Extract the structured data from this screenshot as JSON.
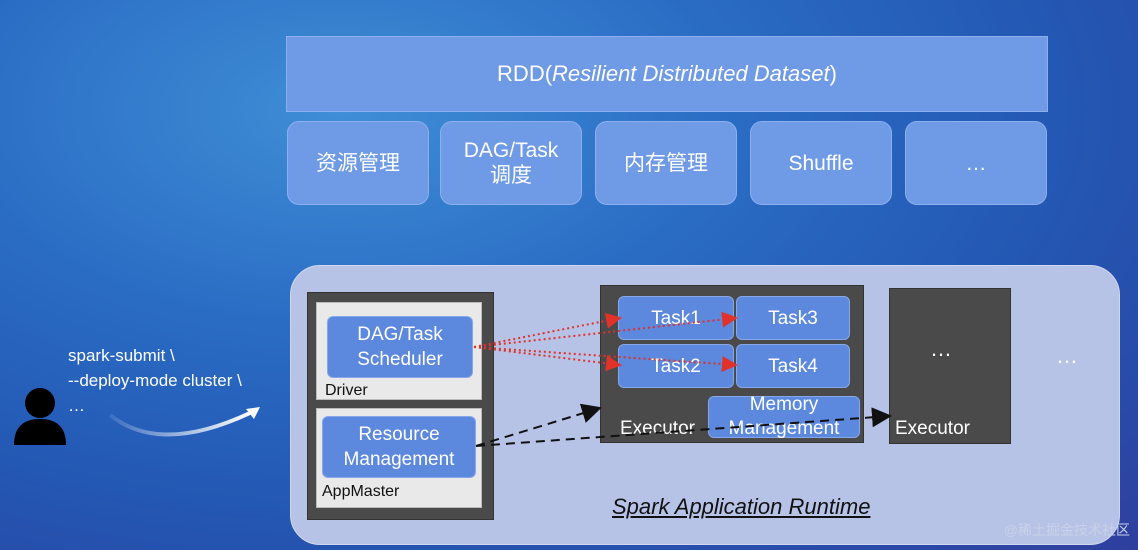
{
  "top": {
    "rdd_prefix": "RDD(",
    "rdd_italic": "Resilient Distributed Dataset",
    "rdd_suffix": ")",
    "modules": [
      "资源管理",
      "DAG/Task\n调度",
      "内存管理",
      "Shuffle",
      "…"
    ]
  },
  "command": {
    "lines": [
      "spark-submit \\",
      "--deploy-mode cluster \\",
      "…"
    ]
  },
  "driver": {
    "component": "DAG/Task\nScheduler",
    "label": "Driver"
  },
  "appmaster": {
    "component": "Resource\nManagement",
    "label": "AppMaster"
  },
  "executor1": {
    "tasks": [
      "Task1",
      "Task3",
      "Task2",
      "Task4"
    ],
    "memory": "Memory\nManagement",
    "label": "Executor"
  },
  "executor2": {
    "ellipsis": "…",
    "label": "Executor"
  },
  "outer_ellipsis": "…",
  "runtime_title": "Spark Application Runtime",
  "credit": "@稀土掘金技术社区",
  "colors": {
    "module_blue": "#6f9ae6",
    "component_blue": "#5c88dd",
    "runtime_bg": "#b7c3e6",
    "executor_dark": "#4a4a4a",
    "arrow_red": "#e0322a"
  }
}
